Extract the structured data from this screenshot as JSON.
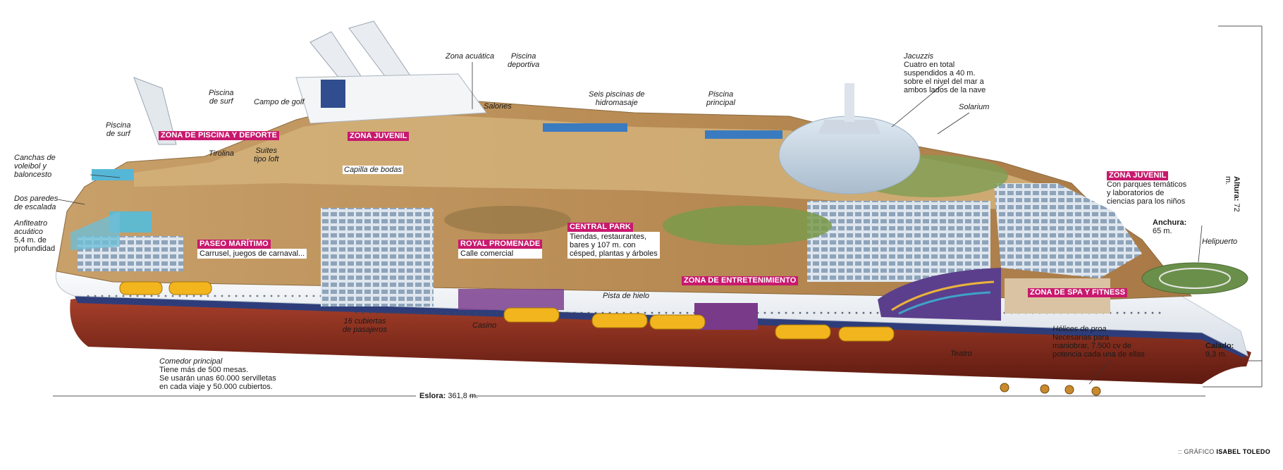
{
  "labels": {
    "piscina_surf_top": [
      "Piscina",
      "de surf"
    ],
    "piscina_surf_left": [
      "Piscina",
      "de surf"
    ],
    "campo_golf": "Campo de golf",
    "zona_acuatica": "Zona acuática",
    "piscina_deportiva": [
      "Piscina",
      "deportiva"
    ],
    "salones": "Salones",
    "seis_piscinas": [
      "Seis piscinas de",
      "hidromasaje"
    ],
    "piscina_principal": [
      "Piscina",
      "principal"
    ],
    "jacuzzis": [
      "Jacuzzis",
      "Cuatro en total",
      "suspendidos a 40 m.",
      "sobre el nivel del mar a",
      "ambos lados de la nave"
    ],
    "solarium": "Solarium",
    "canchas": [
      "Canchas de",
      "voleibol y",
      "baloncesto"
    ],
    "tirolina": "Tirolina",
    "suites": [
      "Suites",
      "tipo loft"
    ],
    "capilla": "Capilla de bodas",
    "dos_paredes": [
      "Dos paredes",
      "de escalada"
    ],
    "anfiteatro": [
      "Anfiteatro",
      "acuático",
      "5,4 m. de",
      "profundidad"
    ],
    "helipuerto": "Helipuerto",
    "cubiertas": [
      "16 cubiertas",
      "de pasajeros"
    ],
    "casino": "Casino",
    "pista_hielo": "Pista de hielo",
    "teatro": "Teatro",
    "comedor": [
      "Comedor principal",
      "Tiene más de 500 mesas.",
      "Se usarán unas 60.000 servilletas",
      "en cada viaje y 50.000 cubiertos."
    ],
    "helices": [
      "Hélices de proa",
      "Necesarias para",
      "maniobrar, 7.500 cv de",
      "potencia cada una de ellas"
    ]
  },
  "zones": {
    "piscina_deporte": {
      "title": "ZONA DE PISCINA Y DEPORTE"
    },
    "juvenil_top": {
      "title": "ZONA JUVENIL"
    },
    "juvenil_right": {
      "title": "ZONA JUVENIL",
      "desc": [
        "Con parques temáticos",
        "y laboratorios de",
        "ciencias para los niños"
      ]
    },
    "paseo": {
      "title": "PASEO MARÍTIMO",
      "desc": [
        "Carrusel, juegos de carnaval..."
      ]
    },
    "royal": {
      "title": "ROYAL PROMENADE",
      "desc": [
        "Calle comercial"
      ]
    },
    "central": {
      "title": "CENTRAL PARK",
      "desc": [
        "Tiendas, restaurantes,",
        "bares y 107 m. con",
        "césped, plantas y árboles"
      ]
    },
    "entretenimiento": {
      "title": "ZONA DE ENTRETENIMIENTO"
    },
    "spa": {
      "title": "ZONA DE SPA Y FITNESS"
    }
  },
  "dimensions": {
    "altura": {
      "label": "Altura:",
      "value": "72 m."
    },
    "anchura": {
      "label": "Anchura:",
      "value": "65 m."
    },
    "calado": {
      "label": "Calado:",
      "value": "9,3 m."
    },
    "eslora": {
      "label": "Eslora:",
      "value": "361,8 m."
    }
  },
  "credit": {
    "prefix": ":: GRÁFICO",
    "author": "ISABEL TOLEDO"
  },
  "colors": {
    "zone": "#c8196e",
    "hull_red": "#8a2a1c",
    "hull_blue": "#2e3d7a",
    "hull_white": "#f2f4f6"
  }
}
